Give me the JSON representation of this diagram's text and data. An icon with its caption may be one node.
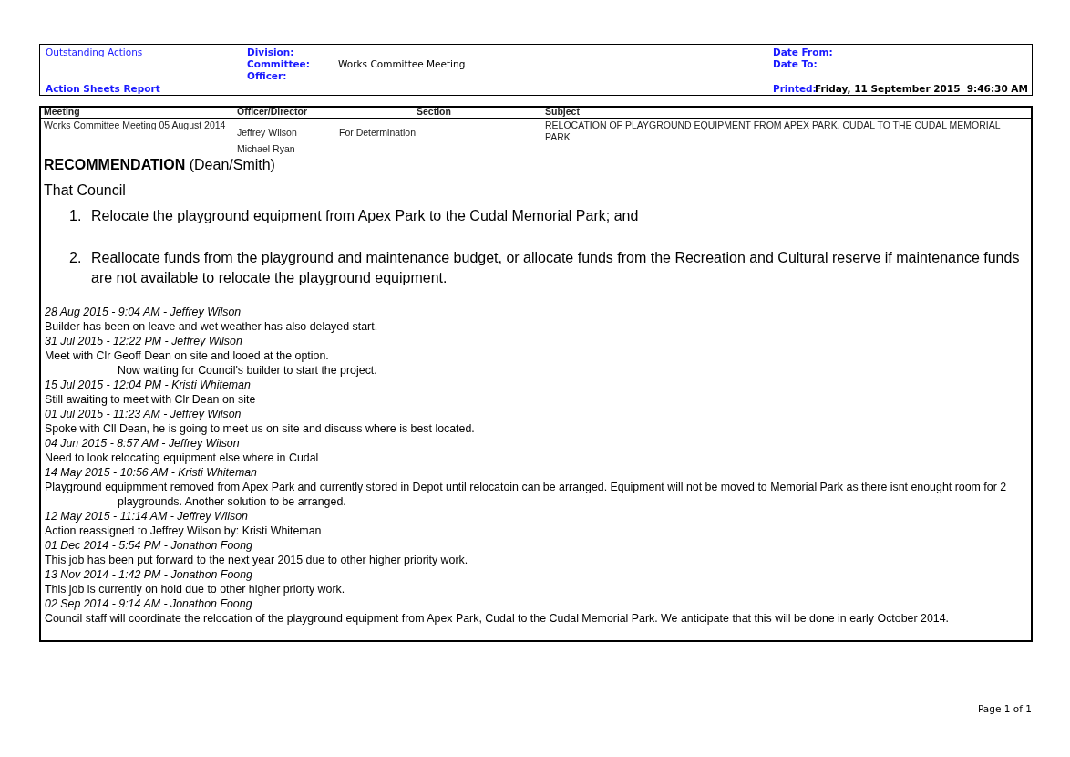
{
  "diagram": {
    "labels": [
      "Outstanding Actions",
      "Action Sheets Report",
      "Division:",
      "Committee:",
      "Officer:",
      "Works Committee Meeting",
      "Date From:",
      "Date To:",
      "Printed:",
      "Friday, 11 September 2015  9:46:30 AM",
      "Meeting",
      "Officer/Director",
      "Section",
      "Subject",
      "Works Committee Meeting 05 August 2014",
      "Jeffrey Wilson",
      "Michael Ryan",
      "For Determination",
      "RELOCATION OF PLAYGROUND EQUIPMENT FROM APEX PARK, CUDAL TO THE CUDAL MEMORIAL PARK",
      "**RECOMMENDATION** (Dean/Smith)",
      "That Council",
      "1.",
      "Relocate the playground equipment from Apex Park to the Cudal Memorial Park; and",
      "2.",
      "Reallocate funds from the playground and maintenance budget, or allocate funds from the Recreation and Cultural reserve if maintenance funds are not available to relocate the playground equipment.",
      "28 Aug 2015 - 9:04 AM - Jeffrey Wilson",
      "Builder has been on leave and wet weather has also delayed start.",
      "31 Jul 2015 - 12:22 PM - Jeffrey Wilson",
      "Meet with Clr Geoff Dean on site and looed at the option.",
      "Now waiting for Council's builder to start the project.",
      "15 Jul 2015 - 12:04 PM - Kristi Whiteman",
      "Still awaiting to meet with Clr Dean on site",
      "01 Jul 2015 - 11:23 AM - Jeffrey Wilson",
      "Spoke with Cll Dean, he is going to meet us on site and discuss where is best located.",
      "04 Jun 2015 - 8:57 AM - Jeffrey Wilson",
      "Need to look relocating equipment else where in Cudal",
      "14 May 2015 - 10:56 AM - Kristi Whiteman",
      "Playground equipmment removed from  Apex Park and currently stored in Depot until relocatoin can be arranged. Equipment will not be moved to Memorial Park as there isnt enought room for 2 playgrounds. Another solution to be arranged.",
      "12 May 2015 - 11:14 AM - Jeffrey Wilson",
      "Action reassigned to Jeffrey Wilson by: Kristi Whiteman",
      "01 Dec 2014 - 5:54 PM - Jonathon Foong",
      "This job has been put forward to the next year 2015 due to other higher priority work.",
      "13 Nov 2014 - 1:42 PM - Jonathon Foong",
      "This job is currently on hold due to other higher priorty work.",
      "02 Sep 2014 - 9:14 AM - Jonathon Foong",
      "Council staff will coordinate the relocation of the playground equipment from Apex Park, Cudal to the Cudal Memorial Park. We anticipate that this will be done in early October 2014.",
      "Page 1 of 1"
    ]
  }
}
